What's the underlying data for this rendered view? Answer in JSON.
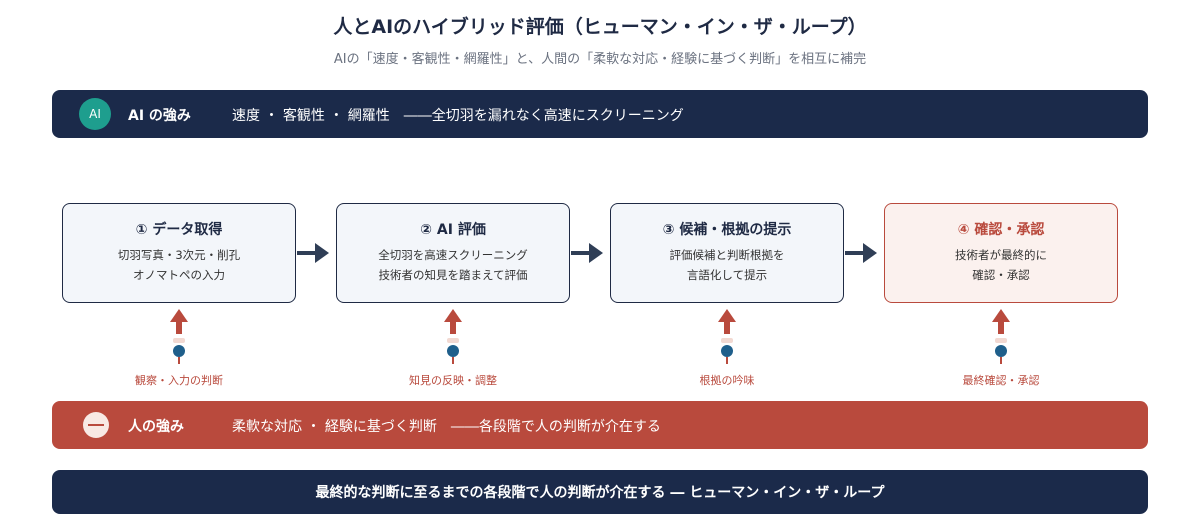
{
  "header": {
    "title": "人とAIのハイブリッド評価（ヒューマン・イン・ザ・ループ）",
    "subtitle": "AIの「速度・客観性・網羅性」と、人間の「柔軟な対応・経験に基づく判断」を相互に補完"
  },
  "ai_band": {
    "badge": "AI",
    "label": "AI の強み",
    "text": "速度 ・ 客観性 ・ 網羅性　――全切羽を漏れなく高速にスクリーニング"
  },
  "steps": [
    {
      "title": "① データ取得",
      "lines": [
        "切羽写真・3次元・削孔",
        "オノマトペの入力"
      ]
    },
    {
      "title": "② AI 評価",
      "lines": [
        "全切羽を高速スクリーニング",
        "技術者の知見を踏まえて評価"
      ]
    },
    {
      "title": "③ 候補・根拠の提示",
      "lines": [
        "評価候補と判断根拠を",
        "言語化して提示"
      ]
    },
    {
      "title": "④ 確認・承認",
      "lines": [
        "技術者が最終的に",
        "確認・承認"
      ]
    }
  ],
  "human_inputs": [
    "観察・入力の判断",
    "知見の反映・調整",
    "根拠の吟味",
    "最終確認・承認"
  ],
  "human_band": {
    "label": "人の強み",
    "text": "柔軟な対応 ・ 経験に基づく判断　――各段階で人の判断が介在する"
  },
  "bottom_band": {
    "text": "最終的な判断に至るまでの各段階で人の判断が介在する ― ヒューマン・イン・ザ・ループ"
  },
  "colors": {
    "navy": "#1b2a4a",
    "red": "#b94a3d",
    "teal": "#1e9e8e"
  }
}
